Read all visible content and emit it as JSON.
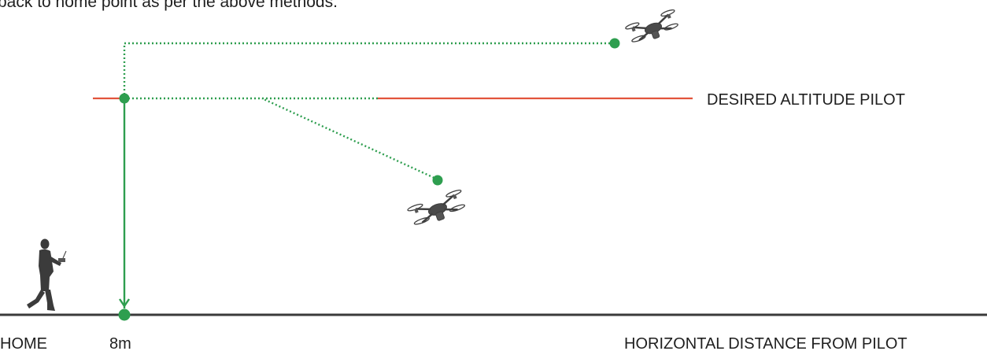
{
  "intro_text": "back to home point as per the above methods.",
  "labels": {
    "desired_altitude": "DESIRED ALTITUDE PILOT",
    "home": "HOME",
    "distance_8m": "8m",
    "horizontal_distance": "HORIZONTAL DISTANCE FROM PILOT"
  },
  "colors": {
    "path_green": "#2e9e4f",
    "altitude_red": "#e2543c",
    "ground": "#3a3a3a",
    "text": "#1f1f1f",
    "silhouette": "#3b3b3b"
  },
  "icons": [
    "pilot-silhouette-icon",
    "drone-icon",
    "drone-icon"
  ]
}
